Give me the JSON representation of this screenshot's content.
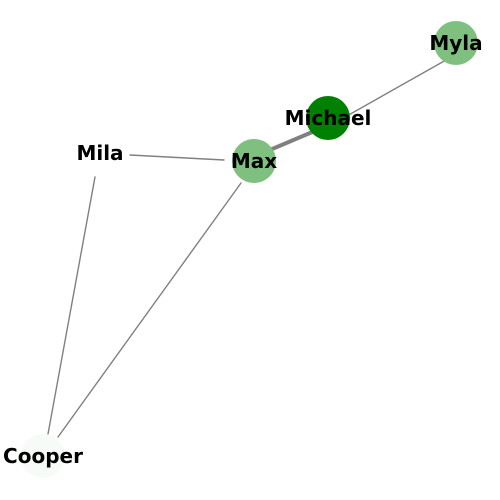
{
  "graph": {
    "nodes": [
      {
        "id": "michael",
        "label": "Michael",
        "color": "#008000"
      },
      {
        "id": "myla",
        "label": "Myla",
        "color": "#7fbf7f"
      },
      {
        "id": "max",
        "label": "Max",
        "color": "#7fbf7f"
      },
      {
        "id": "mila",
        "label": "Mila",
        "color": "#ffffff"
      },
      {
        "id": "cooper",
        "label": "Cooper",
        "color": "#f7fbf7"
      }
    ],
    "edges": [
      {
        "source": "myla",
        "target": "michael",
        "weight": "thin",
        "color": "#808080"
      },
      {
        "source": "michael",
        "target": "max",
        "weight": "thick",
        "color": "#808080"
      },
      {
        "source": "mila",
        "target": "max",
        "weight": "thin",
        "color": "#808080"
      },
      {
        "source": "mila",
        "target": "cooper",
        "weight": "thin",
        "color": "#808080"
      },
      {
        "source": "max",
        "target": "cooper",
        "weight": "thin",
        "color": "#808080"
      }
    ]
  }
}
